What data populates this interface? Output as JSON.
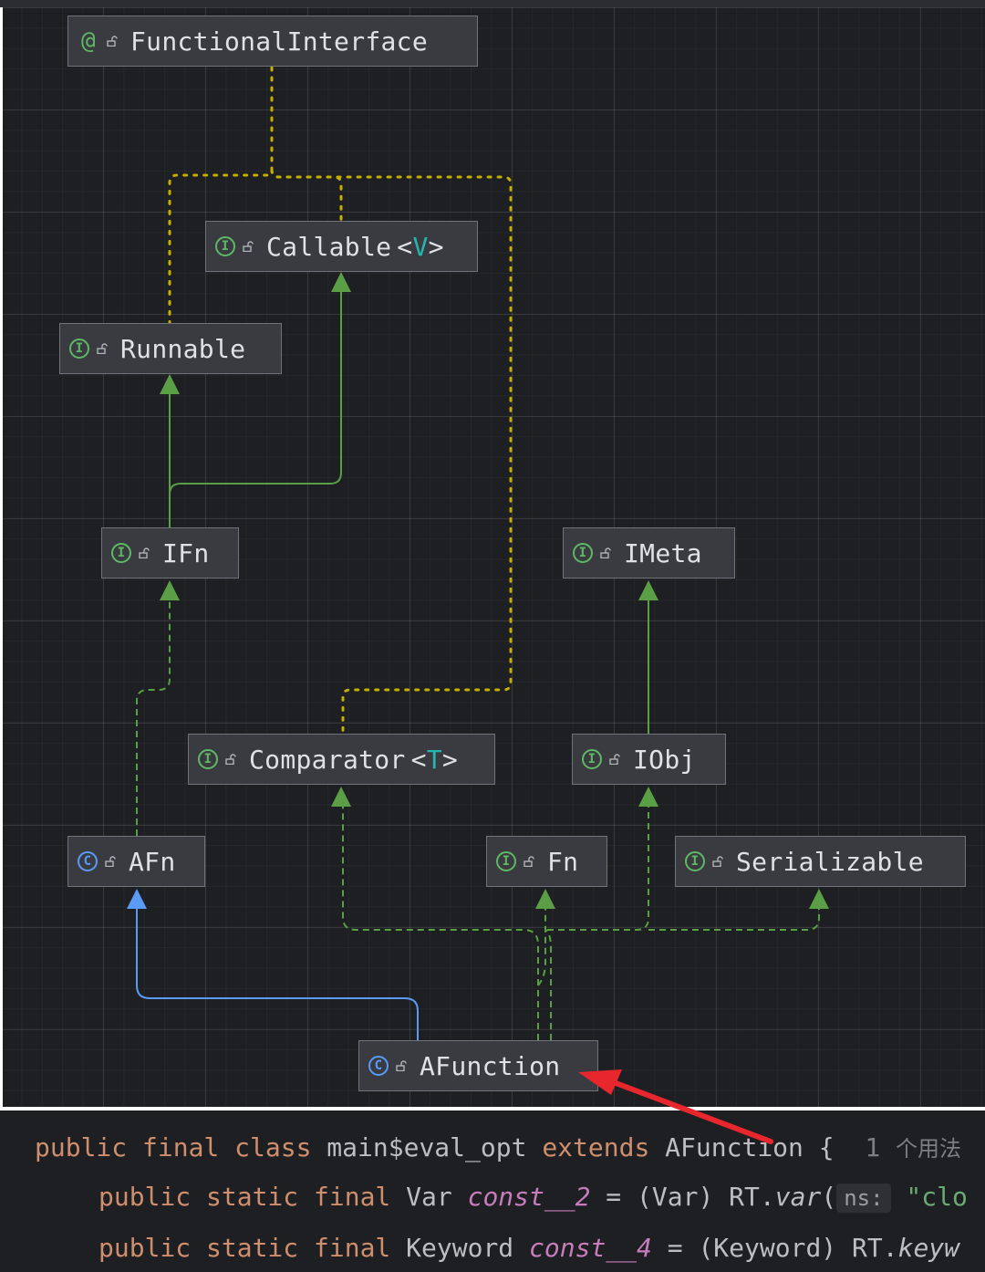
{
  "diagram": {
    "nodes": {
      "functional_interface": {
        "kind": "@",
        "name": "FunctionalInterface"
      },
      "callable": {
        "kind": "I",
        "name": "Callable",
        "type_params": [
          "<",
          "V",
          ">"
        ]
      },
      "runnable": {
        "kind": "I",
        "name": "Runnable"
      },
      "ifn": {
        "kind": "I",
        "name": "IFn"
      },
      "imeta": {
        "kind": "I",
        "name": "IMeta"
      },
      "comparator": {
        "kind": "I",
        "name": "Comparator",
        "type_params": [
          "<",
          "T",
          ">"
        ]
      },
      "iobj": {
        "kind": "I",
        "name": "IObj"
      },
      "afn": {
        "kind": "C",
        "name": "AFn"
      },
      "fn": {
        "kind": "I",
        "name": "Fn"
      },
      "serializable": {
        "kind": "I",
        "name": "Serializable"
      },
      "afunction": {
        "kind": "C",
        "name": "AFunction"
      }
    },
    "colors": {
      "implements": "#5a9e45",
      "extends": "#5a9bf6",
      "annotation": "#c4b000",
      "highlight_arrow": "#e8262d"
    }
  },
  "code": {
    "line1": {
      "kw1": "public final class ",
      "name": "main$eval_opt ",
      "kw2": "extends ",
      "parent": "AFunction",
      "brace": " {",
      "usage_count": "  1 ",
      "usage_label": "个用法"
    },
    "line2": {
      "kw": "public static final ",
      "type": "Var ",
      "field": "const__2",
      "assign": " = (Var) RT.",
      "method": "var",
      "paren": "(",
      "param_hint": "ns:",
      "str": " \"clo"
    },
    "line3": {
      "kw": "public static final ",
      "type": "Keyword ",
      "field": "const__4",
      "assign": " = (Keyword) RT.",
      "method": "keyw"
    }
  }
}
